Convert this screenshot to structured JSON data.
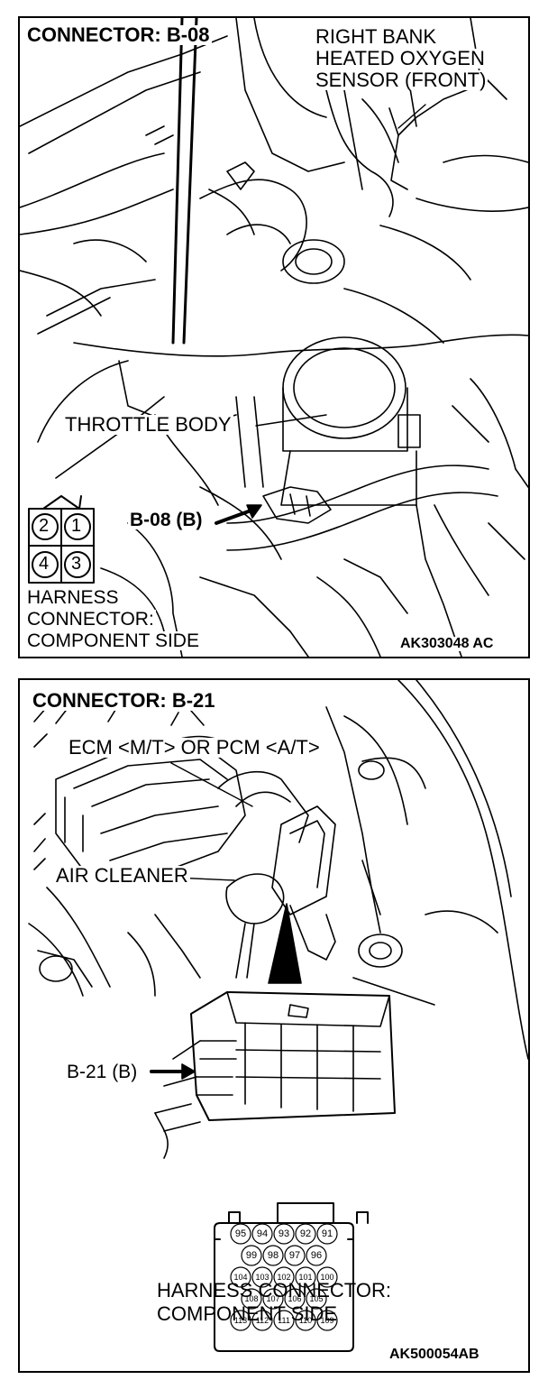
{
  "panel_top": {
    "connector_title": "CONNECTOR: B-08",
    "sensor_label_line1": "RIGHT BANK",
    "sensor_label_line2": "HEATED OXYGEN",
    "sensor_label_line3": "SENSOR (FRONT)",
    "throttle_label": "THROTTLE BODY",
    "pointer_label": "B-08 (B)",
    "pins": [
      "2",
      "1",
      "4",
      "3"
    ],
    "harness_line1": "HARNESS",
    "harness_line2": "CONNECTOR:",
    "harness_line3": "COMPONENT SIDE",
    "figure_code": "AK303048 AC"
  },
  "panel_bottom": {
    "connector_title": "CONNECTOR: B-21",
    "ecm_label": "ECM <M/T> OR PCM <A/T>",
    "air_cleaner_label": "AIR CLEANER",
    "pointer_label": "B-21 (B)",
    "pin_rows": [
      [
        "95",
        "94",
        "93",
        "92",
        "91"
      ],
      [
        "99",
        "98",
        "97",
        "96"
      ],
      [
        "104",
        "103",
        "102",
        "101",
        "100"
      ],
      [
        "108",
        "107",
        "106",
        "105"
      ],
      [
        "113",
        "112",
        "111",
        "110",
        "109"
      ]
    ],
    "harness_line1": "HARNESS CONNECTOR:",
    "harness_line2": "COMPONENT SIDE",
    "figure_code": "AK500054AB"
  }
}
